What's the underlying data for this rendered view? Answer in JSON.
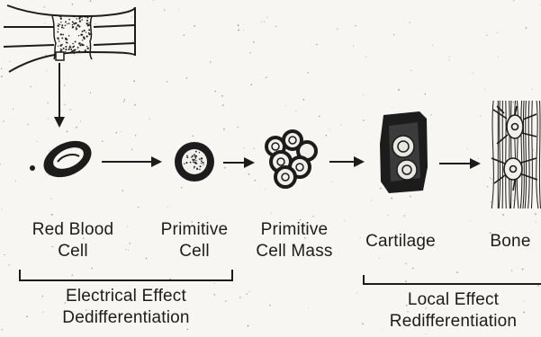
{
  "diagram": {
    "stages": [
      {
        "id": "red-blood-cell",
        "line1": "Red Blood",
        "line2": "Cell"
      },
      {
        "id": "primitive-cell",
        "line1": "Primitive",
        "line2": "Cell"
      },
      {
        "id": "primitive-cell-mass",
        "line1": "Primitive",
        "line2": "Cell Mass"
      },
      {
        "id": "cartilage",
        "line1": "Cartilage",
        "line2": ""
      },
      {
        "id": "bone",
        "line1": "Bone",
        "line2": ""
      }
    ],
    "groups": [
      {
        "id": "electrical-effect",
        "line1": "Electrical Effect",
        "line2": "Dedifferentiation"
      },
      {
        "id": "local-effect",
        "line1": "Local Effect",
        "line2": "Redifferentiation"
      }
    ]
  },
  "colors": {
    "ink": "#1c1c1c",
    "paper": "#f7f6f2",
    "speckle": "#9a9a9a"
  },
  "icons": [
    "bone-fracture-icon",
    "red-blood-cell-icon",
    "primitive-cell-icon",
    "cell-mass-icon",
    "cartilage-icon",
    "bone-tissue-icon"
  ]
}
